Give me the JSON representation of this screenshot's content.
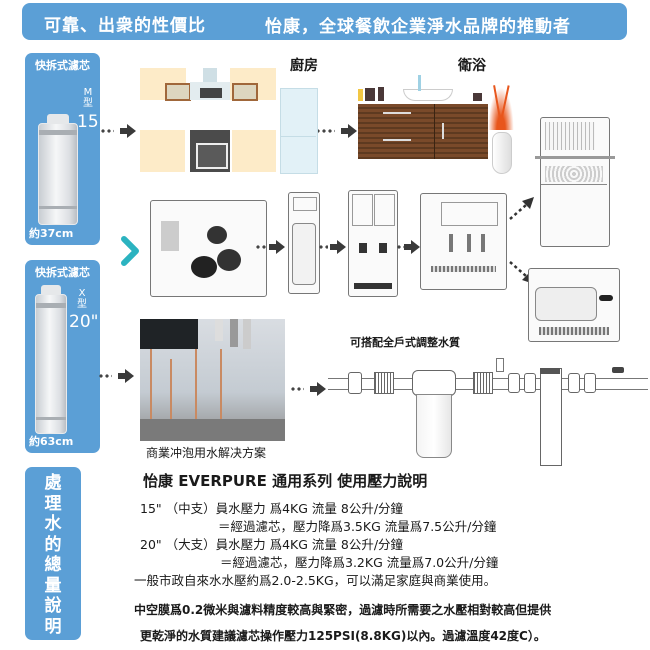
{
  "banner": {
    "left_text": "可靠、出衆的性價比",
    "right_text": "怡康，全球餐飲企業淨水品牌的推動者",
    "color": "#5b9fd6"
  },
  "cartridge_m": {
    "header": "快拆式濾芯",
    "type_letter": "M",
    "type_suffix": "型",
    "size": "15\"",
    "length": "約37cm"
  },
  "cartridge_x": {
    "header": "快拆式濾芯",
    "type_letter": "X",
    "type_suffix": "型",
    "size": "20\"",
    "length": "約63cm"
  },
  "scenes": {
    "kitchen_label": "廚房",
    "bathroom_label": "衛浴",
    "commercial_caption": "商業冲泡用水解决方案",
    "whole_house_caption": "可搭配全戶式調整水質"
  },
  "side_panel": {
    "chars": [
      "處",
      "理",
      "水",
      "的",
      "總",
      "量",
      "說",
      "明"
    ]
  },
  "spec": {
    "title": "怡康 EVERPURE 通用系列 使用壓力說明",
    "lines": [
      "15\" （中支）員水壓力 爲4KG 流量 8公升/分鐘",
      "＝經過濾芯，壓力降爲3.5KG  流量爲7.5公升/分鐘",
      "20\" （大支）員水壓力 爲4KG 流量 8公升/分鐘",
      "＝經過濾芯，壓力降爲3.2KG  流量爲7.0公升/分鐘",
      "一般市政自來水水壓約爲2.0-2.5KG，可以滿足家庭與商業使用。"
    ],
    "footer": [
      "中空膜爲0.2微米與濾料精度較高與緊密，過濾時所需要之水壓相對較高但提供",
      "更乾淨的水質建議濾芯操作壓力125PSI(8.8KG)以內。過濾溫度42度C）。"
    ]
  },
  "icons": {
    "arrow": "dotted-arrow",
    "chevron": "teal-chevron",
    "accent_teal": "#2bb3c0"
  }
}
